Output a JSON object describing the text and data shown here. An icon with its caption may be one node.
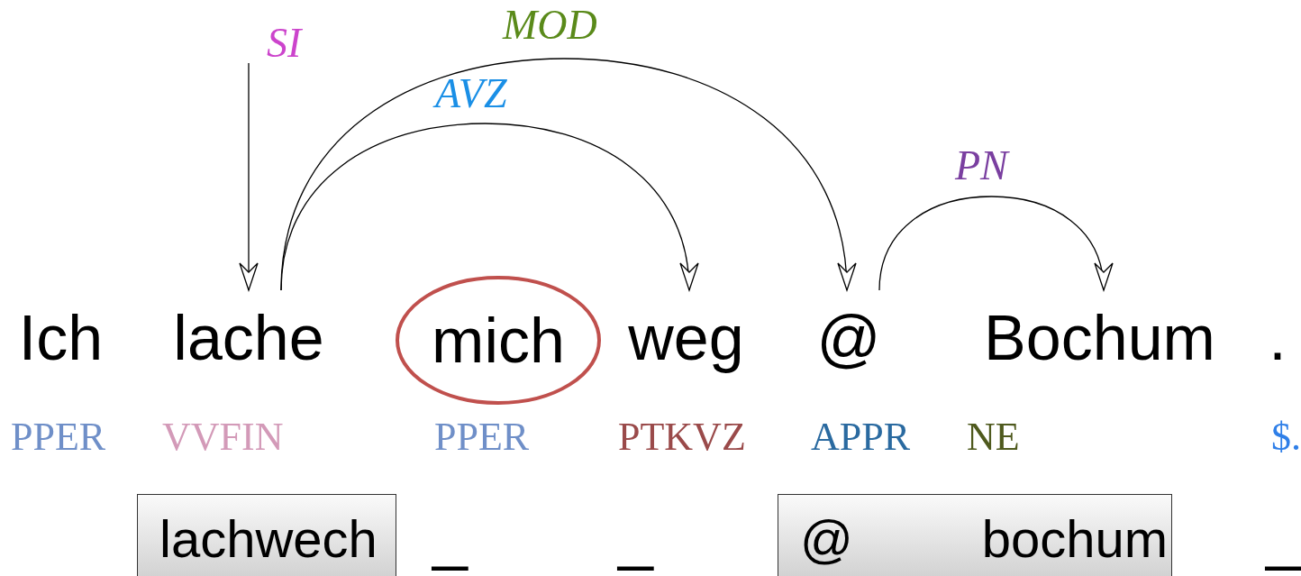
{
  "diagram": {
    "nodes": [
      {
        "text": [
          "Ich"
        ],
        "beside": [
          "PPER"
        ]
      },
      {
        "text": [
          "lache"
        ],
        "beside": [
          "VVFIN"
        ]
      },
      {
        "text": [
          "mich"
        ],
        "beside": [
          "PPER"
        ]
      },
      {
        "text": [
          "weg"
        ],
        "beside": [
          "PTKVZ"
        ]
      },
      {
        "text": [
          "@"
        ],
        "beside": [
          "APPR"
        ]
      },
      {
        "text": [
          "Bochum"
        ],
        "beside": [
          "NE"
        ]
      },
      {
        "text": [
          "."
        ],
        "beside": [
          "$."
        ]
      },
      {
        "text": [
          "lachwech"
        ]
      },
      {
        "text": [
          "@",
          "bochum"
        ]
      }
    ],
    "edges": [
      {
        "from": null,
        "to": 1,
        "arrow": "to",
        "label": "SI"
      },
      {
        "from": 1,
        "to": 4,
        "arrow": "to",
        "label": "MOD"
      },
      {
        "from": 1,
        "to": 3,
        "arrow": "to",
        "label": "AVZ"
      },
      {
        "from": 4,
        "to": 5,
        "arrow": "to",
        "label": "PN"
      }
    ],
    "labels": [
      "_",
      "_",
      "_"
    ]
  }
}
